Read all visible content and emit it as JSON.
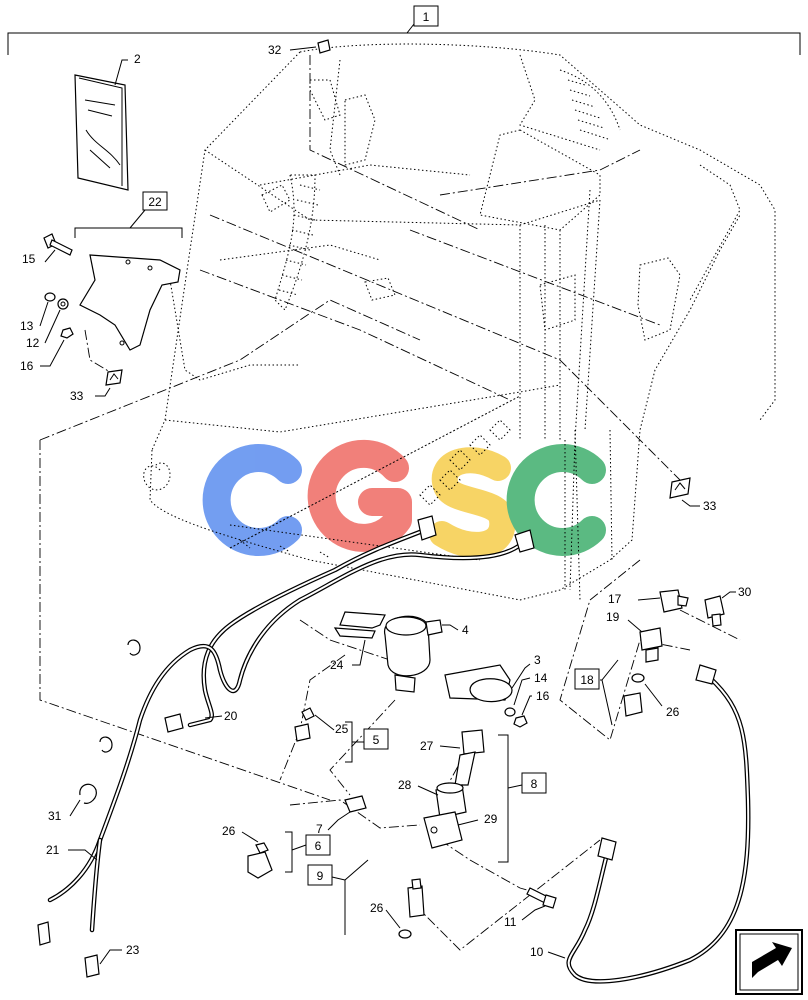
{
  "assembly_label": "1",
  "watermark": "CGSC",
  "watermark_colors": [
    "#5b8def",
    "#ef6b63",
    "#f6cd4b",
    "#3fae6d"
  ],
  "callouts": {
    "c2": "2",
    "c3": "3",
    "c4": "4",
    "c5": "5",
    "c6": "6",
    "c7": "7",
    "c8": "8",
    "c9": "9",
    "c10": "10",
    "c11": "11",
    "c12": "12",
    "c13": "13",
    "c14": "14",
    "c15": "15",
    "c16a": "16",
    "c16b": "16",
    "c17": "17",
    "c18": "18",
    "c19": "19",
    "c20": "20",
    "c21": "21",
    "c22": "22",
    "c23": "23",
    "c24": "24",
    "c25": "25",
    "c26a": "26",
    "c26b": "26",
    "c26c": "26",
    "c27": "27",
    "c28": "28",
    "c29": "29",
    "c30": "30",
    "c31": "31",
    "c32": "32",
    "c33a": "33",
    "c33b": "33"
  },
  "nav_icon": "next-page-arrow-icon"
}
